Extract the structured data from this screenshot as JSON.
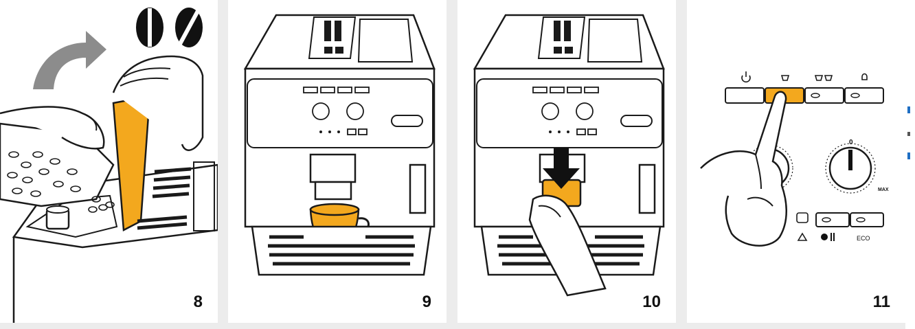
{
  "steps": [
    {
      "number": "8"
    },
    {
      "number": "9"
    },
    {
      "number": "10"
    },
    {
      "number": "11"
    }
  ],
  "colors": {
    "accent": "#f3a81e",
    "line": "#1a1a1a",
    "arrow_grey": "#8c8c8c",
    "edge_blue": "#1f6fc4"
  },
  "icons": [
    "coffee-beans-icon",
    "power-icon",
    "one-cup-icon",
    "two-cups-icon",
    "steam-icon",
    "warning-icon",
    "descale-icon",
    "eco-icon"
  ],
  "panel11": {
    "eco_label": "ECO",
    "max_label": "MAX"
  }
}
